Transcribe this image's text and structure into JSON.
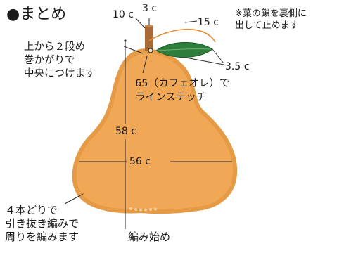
{
  "title": {
    "bullet": "●",
    "text": "まとめ"
  },
  "labels": {
    "dim_10c": "10 c",
    "dim_3c": "3 c",
    "dim_15c": "15 c",
    "dim_35c": "3.5 c",
    "dim_58c": "58 c",
    "dim_56c": "56 c"
  },
  "notes": {
    "leaf_chain": "※葉の鎖を裏側に\n出して止めます",
    "top_rows": "上から２段め\n巻かがりで\n中央につけます",
    "line_stitch": "65（カフェオレ）で\nラインステッチ",
    "bottom_left": "４本どりで\n引き抜き編みで\n周りを編みます",
    "start": "編み始め"
  },
  "colors": {
    "pear_fill": "#f0a756",
    "pear_edge": "#e59a45",
    "stem": "#a86b38",
    "leaf": "#2e7d3c",
    "leaf_edge": "#1d5a28",
    "line": "#2a2a2a"
  }
}
